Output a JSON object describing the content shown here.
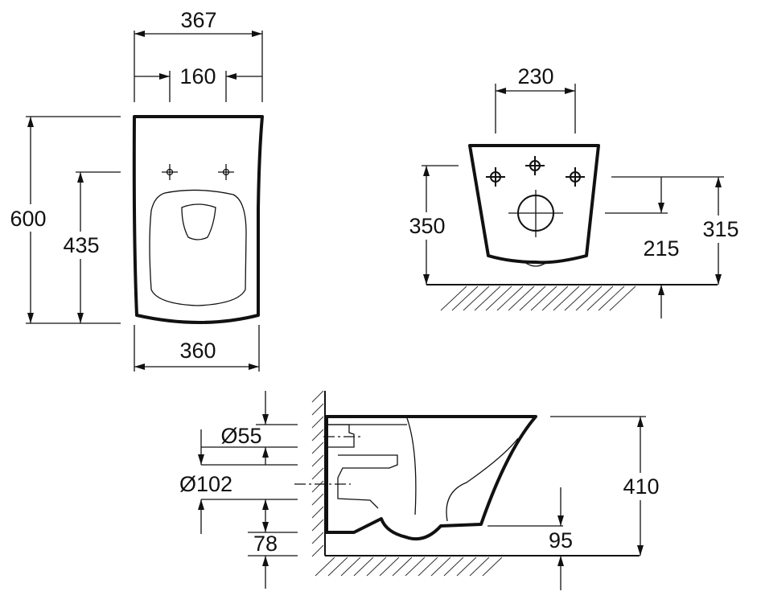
{
  "top_view": {
    "dim_overall_width": "367",
    "dim_fixing_spacing": "160",
    "dim_length": "600",
    "dim_fixing_from_rim": "435",
    "dim_rear_width": "360"
  },
  "rear_view": {
    "dim_hole_spacing": "230",
    "dim_height_to_bolts": "350",
    "dim_top_height": "315",
    "dim_outlet_height": "215"
  },
  "side_view": {
    "dim_inlet_diameter": "Ø55",
    "dim_outlet_diameter": "Ø102",
    "dim_outlet_height": "78",
    "dim_seat_thickness": "95",
    "dim_overall_height": "410"
  }
}
